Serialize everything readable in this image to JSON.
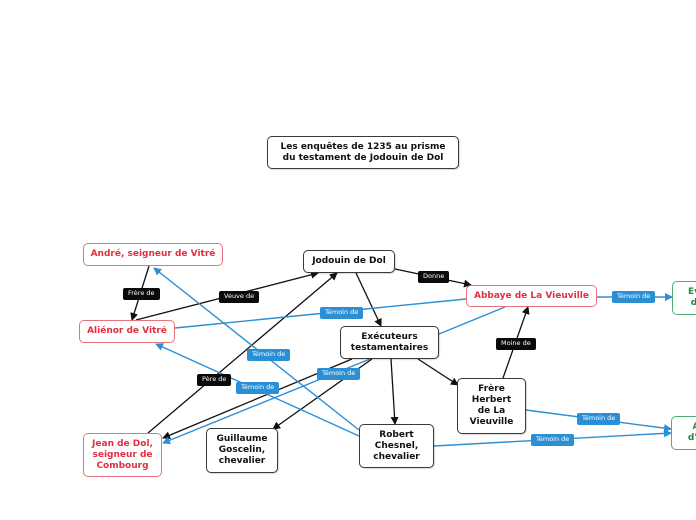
{
  "title": "Les enquêtes de 1235 au prisme\ndu testament de Jodouin de Dol",
  "colors": {
    "black_line": "#111111",
    "blue_line": "#2b8fd6",
    "red_node": "#e03040",
    "green_node": "#1e8c3a"
  },
  "nodes": {
    "title": {
      "text": "Les enquêtes de 1235 au prisme\ndu testament de Jodouin de Dol",
      "style": "black"
    },
    "andre": {
      "text": "André, seigneur de Vitré",
      "style": "red"
    },
    "jodouin": {
      "text": "Jodouin de Dol",
      "style": "black"
    },
    "alienor": {
      "text": "Aliénor de Vitré",
      "style": "red"
    },
    "abbaye": {
      "text": "Abbaye de La Vieuville",
      "style": "red"
    },
    "executeurs": {
      "text": "Exécuteurs\ntestamentaires",
      "style": "black"
    },
    "eve": {
      "text": "Evê\nde",
      "style": "green"
    },
    "herbert": {
      "text": "Frère\nHerbert\nde La\nVieuville",
      "style": "black"
    },
    "jean": {
      "text": "Jean de Dol,\nseigneur de\nCombourg",
      "style": "red"
    },
    "guillaume": {
      "text": "Guillaume\nGoscelin,\nchevalier",
      "style": "black"
    },
    "robert": {
      "text": "Robert\nChesnel,\nchevalier",
      "style": "black"
    },
    "a_node": {
      "text": "A\nd'A",
      "style": "green"
    }
  },
  "relations": [
    {
      "label": "Frère de",
      "style": "dark"
    },
    {
      "label": "Veuve de",
      "style": "dark"
    },
    {
      "label": "Donne",
      "style": "dark"
    },
    {
      "label": "Père de",
      "style": "dark"
    },
    {
      "label": "Moine de",
      "style": "dark"
    },
    {
      "label": "Témoin de",
      "style": "blue"
    },
    {
      "label": "Témoin de",
      "style": "blue"
    },
    {
      "label": "Témoin de",
      "style": "blue"
    },
    {
      "label": "Témoin de",
      "style": "blue"
    },
    {
      "label": "Témoin de",
      "style": "blue"
    },
    {
      "label": "Témoin de",
      "style": "blue"
    },
    {
      "label": "Témoin de",
      "style": "blue"
    }
  ]
}
